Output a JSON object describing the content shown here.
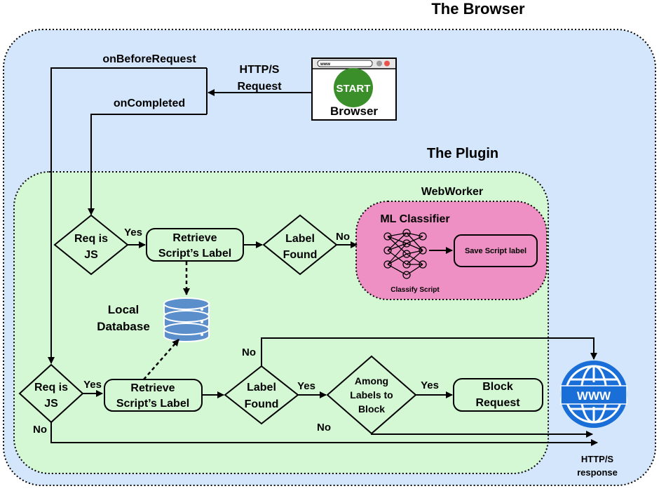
{
  "regions": {
    "browser_title": "The Browser",
    "plugin_title": "The Plugin",
    "webworker_title": "WebWorker",
    "ml_title": "ML Classifier"
  },
  "browser_window": {
    "url_text": "www",
    "start_label": "START",
    "caption": "Browser"
  },
  "edges": {
    "http_request_line1": "HTTP/S",
    "http_request_line2": "Request",
    "on_before_request": "onBeforeRequest",
    "on_completed": "onCompleted",
    "yes": "Yes",
    "no": "No",
    "http_response_line1": "HTTP/S",
    "http_response_line2": "response"
  },
  "nodes": {
    "req_is_js_top": [
      "Req is",
      "JS"
    ],
    "retrieve_top": [
      "Retrieve",
      "Script’s Label"
    ],
    "label_found_top": [
      "Label",
      "Found"
    ],
    "classify_caption": "Classify Script",
    "save_label": "Save Script label",
    "database": [
      "Local",
      "Database"
    ],
    "req_is_js_bottom": [
      "Req is",
      "JS"
    ],
    "retrieve_bottom": [
      "Retrieve",
      "Script’s Label"
    ],
    "label_found_bottom": [
      "Label",
      "Found"
    ],
    "among_labels": [
      "Among",
      "Labels to",
      "Block"
    ],
    "block_request": [
      "Block",
      "Request"
    ],
    "www_icon_text": "WWW"
  },
  "colors": {
    "browser_region": "#d4e6fb",
    "plugin_region": "#d4f8d4",
    "ml_region": "#ee90c4",
    "start_green": "#3a8f2a",
    "globe_blue": "#1a6ed8"
  }
}
